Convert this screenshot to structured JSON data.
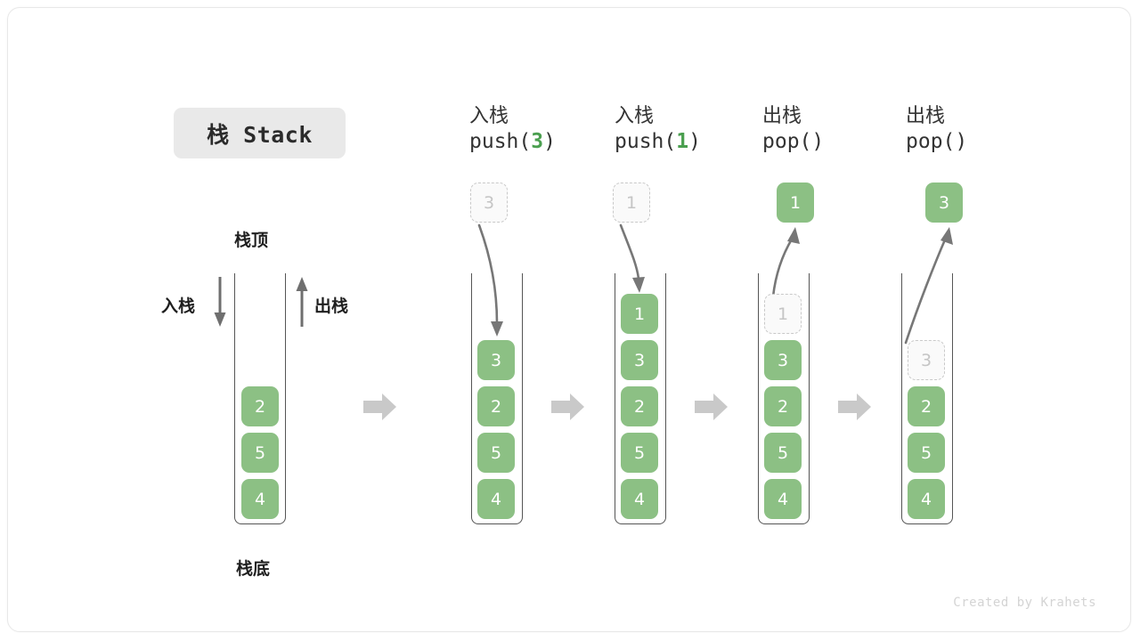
{
  "title": {
    "chip_label": "栈 Stack"
  },
  "legend": {
    "top_label": "栈顶",
    "bottom_label": "栈底",
    "push_label": "入栈",
    "pop_label": "出栈"
  },
  "colors": {
    "element_fill": "#8cc084",
    "element_text": "#ffffff",
    "ghost_border": "#c9c9c9",
    "ghost_text": "#c5c5c5",
    "container_stroke": "#555555",
    "arrow_gray": "#777777",
    "block_arrow": "#c9c9c9",
    "accent_green": "#4a9f4f",
    "chip_bg": "#e9e9e9"
  },
  "columns": [
    {
      "id": "initial",
      "caption_cn": "",
      "caption_code": "",
      "stack": [
        "2",
        "5",
        "4"
      ],
      "ghost_top": null,
      "floating": null,
      "operation": "initial"
    },
    {
      "id": "push-3",
      "caption_cn": "入栈",
      "caption_code_prefix": "push(",
      "caption_code_arg": "3",
      "caption_code_suffix": ")",
      "floating": {
        "value": "3",
        "style": "ghost"
      },
      "stack": [
        "3",
        "2",
        "5",
        "4"
      ],
      "operation": "push"
    },
    {
      "id": "push-1",
      "caption_cn": "入栈",
      "caption_code_prefix": "push(",
      "caption_code_arg": "1",
      "caption_code_suffix": ")",
      "floating": {
        "value": "1",
        "style": "ghost"
      },
      "stack": [
        "1",
        "3",
        "2",
        "5",
        "4"
      ],
      "operation": "push"
    },
    {
      "id": "pop-1",
      "caption_cn": "出栈",
      "caption_code_prefix": "pop(",
      "caption_code_arg": "",
      "caption_code_suffix": ")",
      "floating": {
        "value": "1",
        "style": "filled"
      },
      "stack": [
        "1",
        "3",
        "2",
        "5",
        "4"
      ],
      "ghost_index": 0,
      "operation": "pop"
    },
    {
      "id": "pop-3",
      "caption_cn": "出栈",
      "caption_code_prefix": "pop(",
      "caption_code_arg": "",
      "caption_code_suffix": ")",
      "floating": {
        "value": "3",
        "style": "filled"
      },
      "stack": [
        "3",
        "2",
        "5",
        "4"
      ],
      "ghost_index": 0,
      "operation": "pop"
    }
  ],
  "footer": {
    "credit": "Created by Krahets"
  }
}
